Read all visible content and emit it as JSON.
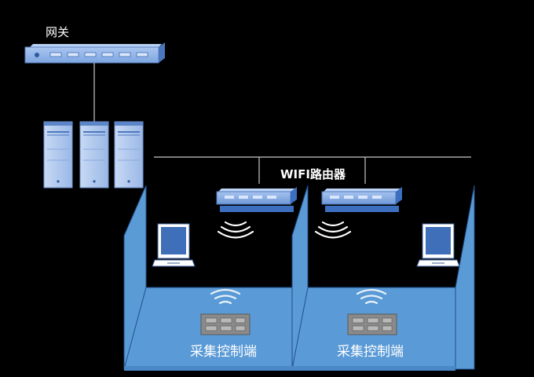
{
  "labels": {
    "gateway": "网关",
    "wifi_router": "WIFI路由器",
    "collector_left": "采集控制端",
    "collector_right": "采集控制端"
  },
  "colors": {
    "background": "#000000",
    "device_blue": "#7fa6e0",
    "device_blue_dark": "#3d6fc0",
    "room_wall": "#5b9bd5",
    "room_floor": "#5a9ad6",
    "room_edge": "#1f4e8c",
    "cable": "#c9c9c9"
  },
  "icons": [
    "gateway-switch-icon",
    "server-tower-icon",
    "wifi-router-icon",
    "wifi-signal-icon",
    "laptop-icon",
    "controller-device-icon"
  ]
}
